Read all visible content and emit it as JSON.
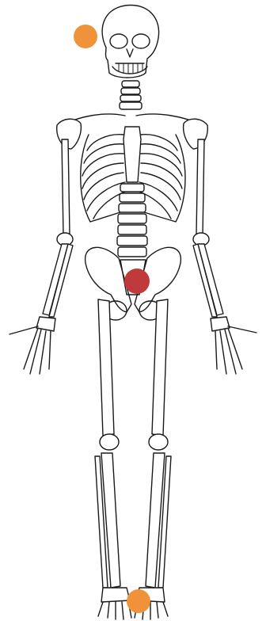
{
  "figure": {
    "subject": "skeleton-front-view"
  },
  "markers": [
    {
      "id": "skull",
      "color": "#f0923a"
    },
    {
      "id": "pelvis",
      "color": "#c0393b"
    },
    {
      "id": "foot",
      "color": "#f0923a"
    }
  ]
}
